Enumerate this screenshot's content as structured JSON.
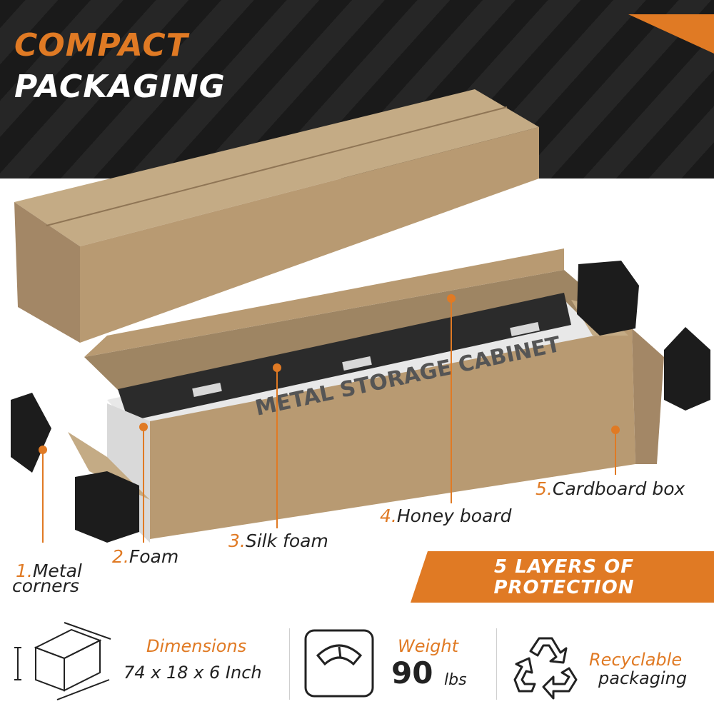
{
  "header": {
    "title_line1": "COMPACT",
    "title_line2": "PACKAGING"
  },
  "box_print": "METAL STORAGE CABINET",
  "layers": [
    {
      "num": "1.",
      "label": "Metal",
      "label2": "corners"
    },
    {
      "num": "2.",
      "label": "Foam"
    },
    {
      "num": "3.",
      "label": "Silk foam"
    },
    {
      "num": "4.",
      "label": "Honey board"
    },
    {
      "num": "5.",
      "label": "Cardboard box"
    }
  ],
  "banner": {
    "line1": "5 LAYERS OF",
    "line2": "PROTECTION"
  },
  "info": {
    "dimensions_title": "Dimensions",
    "dimensions_value": "74 x 18 x 6 Inch",
    "weight_title": "Weight",
    "weight_number": "90",
    "weight_unit": "lbs",
    "recycle_title": "Recyclable",
    "recycle_sub": "packaging"
  },
  "colors": {
    "accent": "#e07a24",
    "cardboard": "#b89a72",
    "dark": "#1a1a1a"
  }
}
